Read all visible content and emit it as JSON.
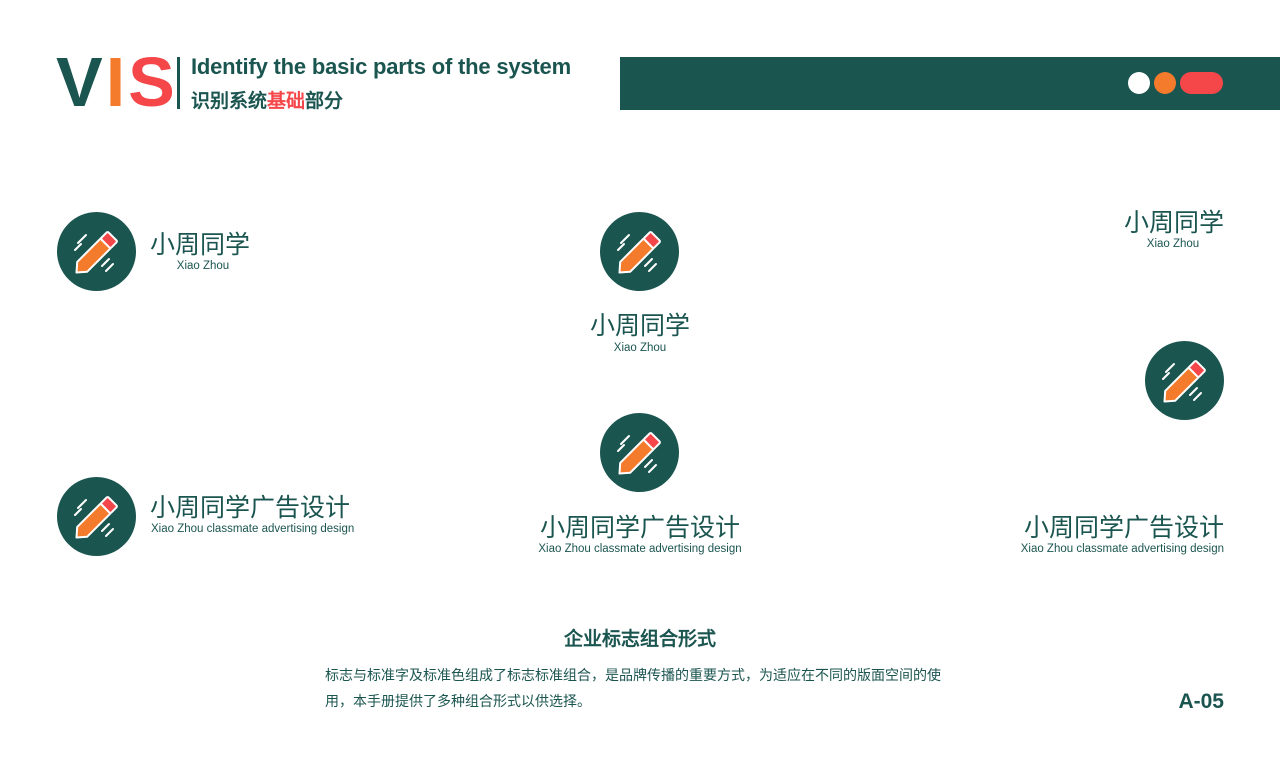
{
  "header": {
    "logo_letters": [
      "V",
      "I",
      "S"
    ],
    "title_en": "Identify the basic parts of the system",
    "title_cn_parts": [
      "识别系统",
      "基础",
      "部分"
    ]
  },
  "colors": {
    "primary_green": "#1b5550",
    "accent_orange": "#f47a2c",
    "accent_red": "#f5474a",
    "white": "#ffffff"
  },
  "top_bar": {
    "dots": [
      "white",
      "orange",
      "red-pill"
    ]
  },
  "brand": {
    "icon": "pencil-icon",
    "short_cn": "小周同学",
    "short_en": "Xiao Zhou",
    "long_cn": "小周同学广告设计",
    "long_en": "Xiao Zhou classmate advertising design"
  },
  "combinations": [
    {
      "layout": "icon-left-short",
      "cn": "小周同学",
      "en": "Xiao Zhou"
    },
    {
      "layout": "icon-top-short",
      "cn": "小周同学",
      "en": "Xiao Zhou"
    },
    {
      "layout": "text-top-icon-bottom-right-short",
      "cn": "小周同学",
      "en": "Xiao Zhou"
    },
    {
      "layout": "icon-left-long",
      "cn": "小周同学广告设计",
      "en": "Xiao Zhou classmate advertising design"
    },
    {
      "layout": "icon-top-long",
      "cn": "小周同学广告设计",
      "en": "Xiao Zhou classmate advertising design"
    },
    {
      "layout": "text-only-long-right",
      "cn": "小周同学广告设计",
      "en": "Xiao Zhou classmate advertising design"
    }
  ],
  "section": {
    "title": "企业标志组合形式",
    "description": "标志与标准字及标准色组成了标志标准组合，是品牌传播的重要方式，为适应在不同的版面空间的使用，本手册提供了多种组合形式以供选择。"
  },
  "page_number": "A-05"
}
